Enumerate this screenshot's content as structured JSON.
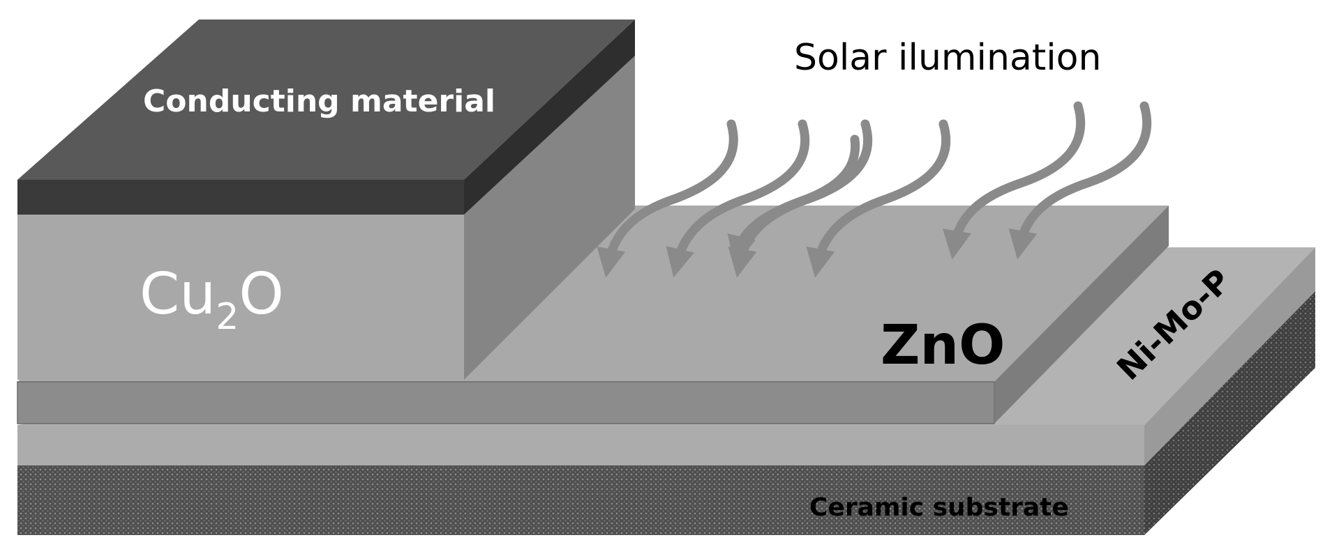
{
  "labels": {
    "conducting_material": "Conducting  material",
    "cu2o_main": "Cu",
    "cu2o_sub": "2",
    "cu2o_tail": "O",
    "zno": "ZnO",
    "nimop": "Ni-Mo-P",
    "ceramic": "Ceramic substrate",
    "solar": "Solar ilumination"
  },
  "colors": {
    "background": "#ffffff",
    "conducting_top": "#595959",
    "conducting_edge": "#3a3a3a",
    "cu2o_front": "#a8a8a8",
    "cu2o_side": "#858585",
    "zno_top": "#a9a9a9",
    "zno_front": "#8c8c8c",
    "zno_side": "#7d7d7d",
    "nimop_top": "#b3b3b3",
    "nimop_front": "#acacac",
    "ceramic": "#5a5a5a",
    "arrow": "#8a8a8a",
    "text_dark": "#000000",
    "text_light": "#ffffff"
  },
  "arrows_count": 7
}
